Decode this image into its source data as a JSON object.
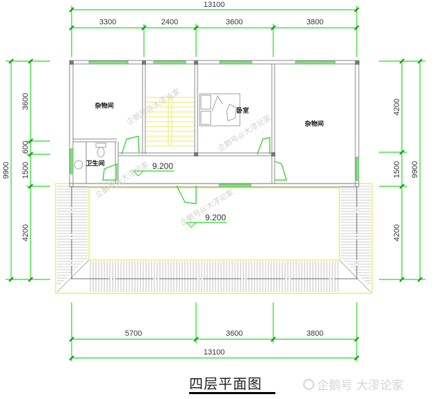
{
  "title": "四层平面图",
  "watermark": {
    "brand": "企鹅号 大漻论家",
    "overlay_text": "企鹅号@大漻论家",
    "icon": "penguin-logo-icon"
  },
  "colors": {
    "dimension_lines": "#22dd22",
    "walls": "#888888",
    "windows": "#66cc66",
    "stairs_and_terrace_edge": "#eeee66",
    "text": "#333333"
  },
  "dimensions": {
    "top": {
      "overall": "13100",
      "segments": [
        "3300",
        "2400",
        "3600",
        "3800"
      ]
    },
    "bottom": {
      "overall": "13100",
      "segments": [
        "5700",
        "3600",
        "3800"
      ]
    },
    "left": {
      "overall": "9900",
      "segments": [
        "3600",
        "600",
        "1500",
        "4200"
      ]
    },
    "right": {
      "overall": "9900",
      "segments": [
        "4200",
        "1500",
        "4200"
      ]
    }
  },
  "rooms": [
    {
      "name": "storage-room-left",
      "label": "杂物间"
    },
    {
      "name": "bedroom",
      "label": "卧室"
    },
    {
      "name": "storage-room-right",
      "label": "杂物间"
    },
    {
      "name": "bathroom",
      "label": "卫生间"
    }
  ],
  "levels": {
    "corridor": "9.200",
    "terrace": "9.200"
  }
}
